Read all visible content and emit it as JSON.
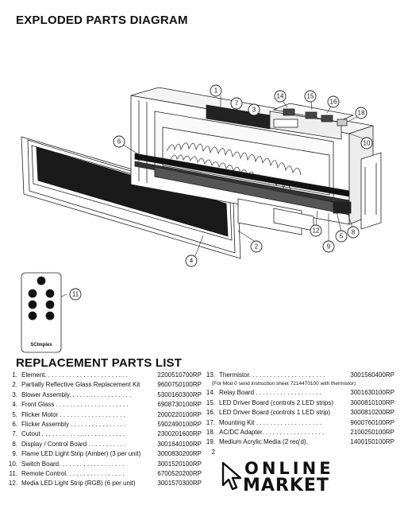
{
  "header": {
    "title": "EXPLODED PARTS DIAGRAM"
  },
  "diagram": {
    "callouts": [
      "1",
      "2",
      "3",
      "4",
      "5",
      "6",
      "7",
      "8",
      "9",
      "10",
      "11",
      "12",
      "14",
      "15",
      "16",
      "18"
    ],
    "remote_brand": "SCImplex",
    "stroke_color": "#222222"
  },
  "parts_list": {
    "title": "REPLACEMENT PARTS LIST",
    "left": [
      {
        "num": "1.",
        "label": "Element. . . . . . . . . . . . . . . . . . . . . . . .",
        "part": "2200510700RP"
      },
      {
        "num": "2.",
        "label": "Partially Reflective Glass Replacement Kit",
        "part": "9600750100RP"
      },
      {
        "num": "3.",
        "label": "Blower Assembly. . . . . . . . . . . . . . . . . .",
        "part": "5300160300RP"
      },
      {
        "num": "4.",
        "label": "Front Glass . . . . . . . . . . . . . . . . . . . . .",
        "part": "6908730100RP"
      },
      {
        "num": "5.",
        "label": "Flicker Motor . . . . . . . . . . . . . . . . . . .",
        "part": "2000220100RP"
      },
      {
        "num": "6.",
        "label": "Flicker Assembly . . . . . . . . . . . . . . . .",
        "part": "5902490100RP"
      },
      {
        "num": "7.",
        "label": "Cutout . . . . . . . . . . . . . . . . . . . . . . . .",
        "part": "2300201600RP"
      },
      {
        "num": "8.",
        "label": "Display / Control Board . . . . . . . . . . .",
        "part": "3001640100RP"
      },
      {
        "num": "9.",
        "label": "Flame LED Light Strip (Amber) (3 per unit)",
        "part": "3000830200RP"
      },
      {
        "num": "10.",
        "label": "Switch Board. . . . . . . . . . . . . . . . . . .",
        "part": "3001520100RP"
      },
      {
        "num": "11.",
        "label": "Remote Control. . . . . . . . . . . . . . . . .",
        "part": "6700520200RP"
      },
      {
        "num": "12.",
        "label": "Media LED Light Strip (RGB) (6 per unit)",
        "part": "3001570300RP"
      }
    ],
    "right": [
      {
        "num": "13.",
        "label": "Thermistor. . . . . . . . . . . . . . . . . . . . . .",
        "part": "3001560400RP"
      },
      {
        "num": "",
        "label": "(For Mod 0 send instruction sheet 7214470100 with thermistor)",
        "part": "",
        "note": true
      },
      {
        "num": "14.",
        "label": "Relay Board . . . . . . . . . . . . . . . . . . .",
        "part": "3001630100RP"
      },
      {
        "num": "15.",
        "label": "LED Driver Board (controls 2 LED strips)",
        "part": "3000810100RP"
      },
      {
        "num": "16.",
        "label": "LED Driver Board (controls 1 LED strip)",
        "part": "3000810200RP"
      },
      {
        "num": "17.",
        "label": "Mounting Kit . . . . . . . . . . . . . . . . . . .",
        "part": "9600760100RP"
      },
      {
        "num": "18.",
        "label": "AC/DC Adapter. . . . . . . . . . . . . . . . . .",
        "part": "2100250100RP"
      },
      {
        "num": "19.",
        "label": "Medium Acrylic Media (2 req'd).",
        "part": "1400150100RP"
      },
      {
        "num": "2",
        "label": "",
        "part": ""
      }
    ]
  },
  "watermark": {
    "line1": "ONLINE",
    "line2": "MARKET"
  }
}
